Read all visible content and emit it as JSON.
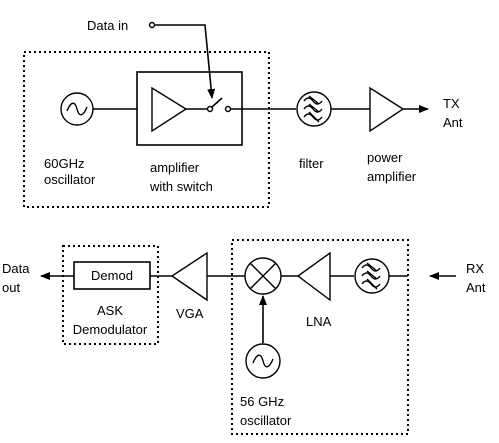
{
  "transmitter": {
    "data_in": "Data in",
    "oscillator": [
      "60GHz",
      "oscillator"
    ],
    "amplifier": [
      "amplifier",
      "with switch"
    ],
    "filter": "filter",
    "power_amplifier": [
      "power",
      "amplifier"
    ],
    "antenna": [
      "TX",
      "Ant"
    ]
  },
  "receiver": {
    "data_out": [
      "Data",
      "out"
    ],
    "demod_box": "Demod",
    "demodulator": [
      "ASK",
      "Demodulator"
    ],
    "vga": "VGA",
    "lna": "LNA",
    "oscillator": [
      "56 GHz",
      "oscillator"
    ],
    "antenna": [
      "RX",
      "Ant"
    ]
  }
}
